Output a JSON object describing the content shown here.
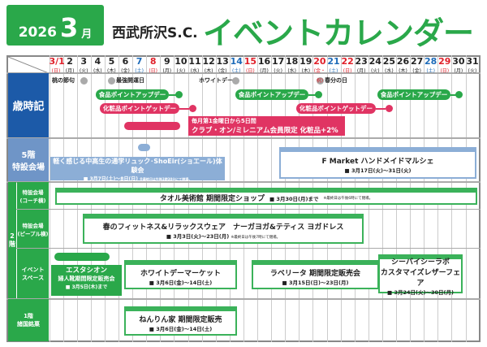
{
  "header": {
    "year": "2026",
    "month": "3",
    "month_unit": "月",
    "mall": "西武所沢S.C.",
    "title": "イベントカレンダー"
  },
  "colors": {
    "green": "#2aa84a",
    "blue": "#1c5aa8",
    "light_blue": "#8caed6",
    "pink": "#e03463",
    "gray": "#aaa"
  },
  "days": [
    {
      "d": "3/1",
      "w": "(日)",
      "c": "red"
    },
    {
      "d": "2",
      "w": "(月)"
    },
    {
      "d": "3",
      "w": "(火)"
    },
    {
      "d": "4",
      "w": "(水)"
    },
    {
      "d": "5",
      "w": "(木)"
    },
    {
      "d": "6",
      "w": "(金)"
    },
    {
      "d": "7",
      "w": "(土)",
      "c": "blue"
    },
    {
      "d": "8",
      "w": "(日)",
      "c": "red"
    },
    {
      "d": "9",
      "w": "(月)"
    },
    {
      "d": "10",
      "w": "(火)"
    },
    {
      "d": "11",
      "w": "(水)"
    },
    {
      "d": "12",
      "w": "(木)"
    },
    {
      "d": "13",
      "w": "(金)"
    },
    {
      "d": "14",
      "w": "(土)",
      "c": "blue"
    },
    {
      "d": "15",
      "w": "(日)",
      "c": "red"
    },
    {
      "d": "16",
      "w": "(月)"
    },
    {
      "d": "17",
      "w": "(火)"
    },
    {
      "d": "18",
      "w": "(水)"
    },
    {
      "d": "19",
      "w": "(木)"
    },
    {
      "d": "20",
      "w": "(金・祝)",
      "c": "red"
    },
    {
      "d": "21",
      "w": "(土)",
      "c": "blue"
    },
    {
      "d": "22",
      "w": "(日)",
      "c": "red"
    },
    {
      "d": "23",
      "w": "(月)"
    },
    {
      "d": "24",
      "w": "(火)"
    },
    {
      "d": "25",
      "w": "(水)"
    },
    {
      "d": "26",
      "w": "(木)"
    },
    {
      "d": "27",
      "w": "(金)"
    },
    {
      "d": "28",
      "w": "(土)",
      "c": "blue"
    },
    {
      "d": "29",
      "w": "(日)",
      "c": "red"
    },
    {
      "d": "30",
      "w": "(月)"
    },
    {
      "d": "31",
      "w": "(火)"
    }
  ],
  "rows": {
    "seasonal": "歳時記",
    "f5": "5階\n特設会場",
    "f2": "2\n階",
    "coach": "特設会場\n(コーチ横)",
    "people": "特設会場\n(ピープル横)",
    "space": "イベント\nスペース",
    "f1": "1階\n諸国銘菓"
  },
  "seasonal": {
    "momo": "桃の節句",
    "kaiun": "最強開運日",
    "white": "ホワイトデー",
    "shunbun": "春分の日",
    "food": "食品ポイントアップデー",
    "cosme": "化粧品ポイントゲットデー",
    "club1": "毎月第1金曜日から5日間",
    "club2": "クラブ・オン/ミレニアム会員限定 化粧品+2%"
  },
  "events": {
    "shoeir": {
      "t": "軽く感じる中高生の通学リュック･ShoEir(ショエール)体験会",
      "d": "■ 3月7日(土)～8日(日)",
      "n": "※最終日は午後3時30分にて閉場。"
    },
    "fmarket": {
      "t": "F Market ハンドメイドマルシェ",
      "d": "■ 3月17日(火)～31日(火)"
    },
    "towel": {
      "t": "タオル美術館 期間限定ショップ",
      "d": "■ 3月30日(月)まで",
      "n": "※最終日は午後6時にて閉場。"
    },
    "fitness": {
      "t": "春のフィットネス&リラックスウェア　ナーガヨガ&テティス ヨガドレス",
      "d": "■ 3月3日(火)～23日(月)",
      "n": "※最終日は午後7時にて閉場。"
    },
    "estacion": {
      "t1": "エスタシオン",
      "t2": "婦人靴期間限定販売会",
      "d": "■ 3月5日(木)まで"
    },
    "whiteday": {
      "t": "ホワイトデーマーケット",
      "d": "■ 3月6日(金)～14日(土)"
    },
    "laberita": {
      "t": "ラベリータ 期間限定販売会",
      "d": "■ 3月15日(日)～23日(月)"
    },
    "cbyc": {
      "t1": "シーバイシーラボ",
      "t2": "カスタマイズレザーフェア",
      "d": "■ 3月24日(火)～30日(月)"
    },
    "nenrin": {
      "t": "ねんりん家 期間限定販売",
      "d": "■ 3月6日(金)～14日(土)"
    }
  }
}
